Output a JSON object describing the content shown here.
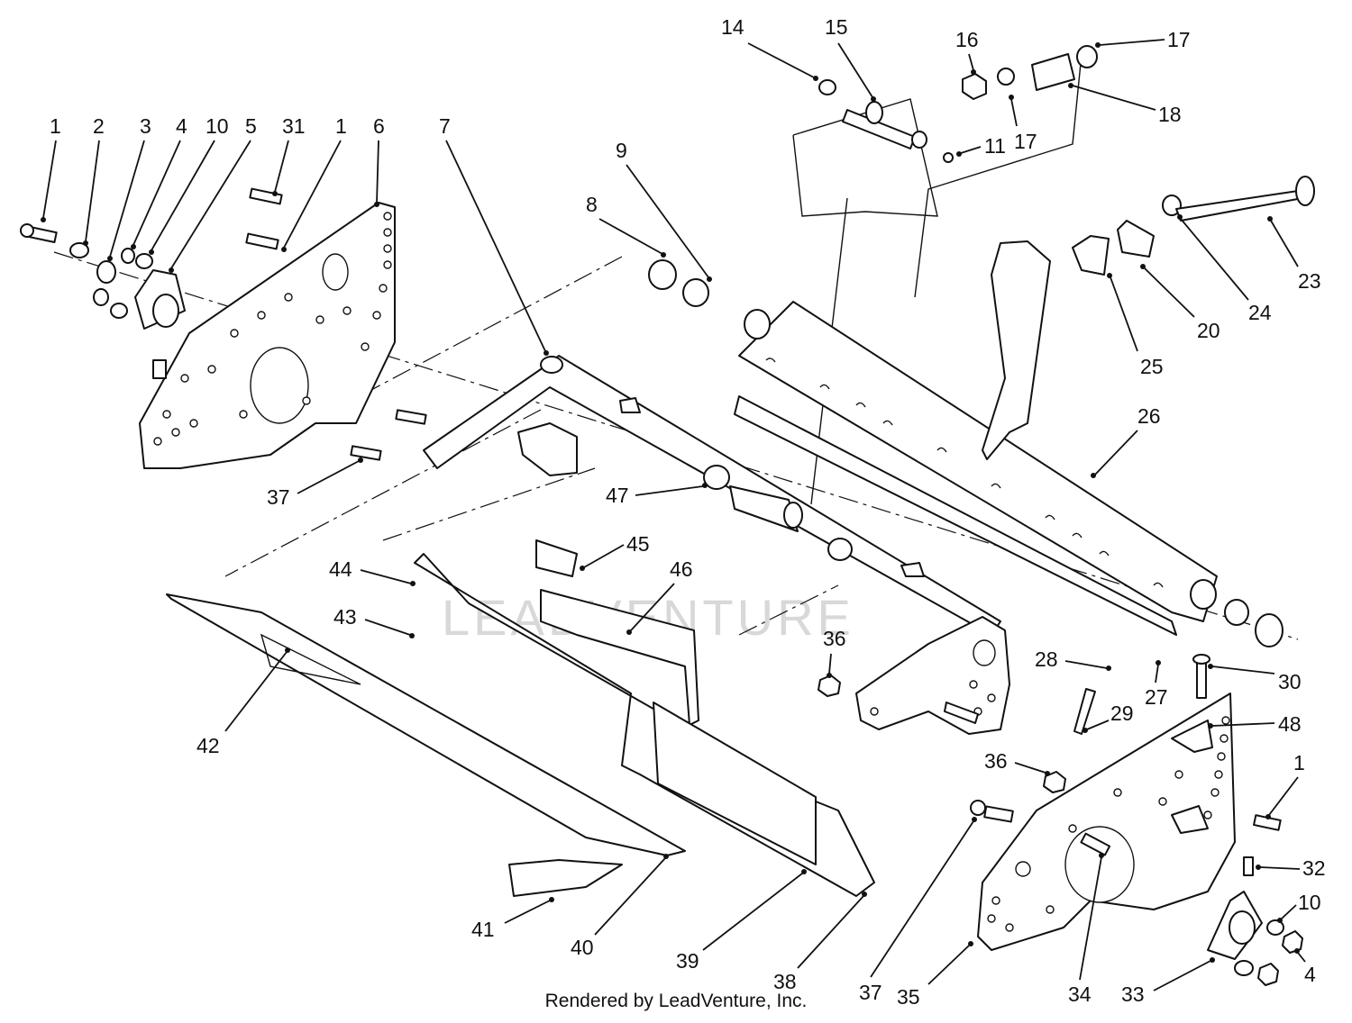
{
  "watermark": "LEADVENTURE",
  "credit": "Rendered by LeadVenture, Inc.",
  "callouts": [
    "1",
    "2",
    "3",
    "4",
    "10",
    "5",
    "31",
    "1",
    "6",
    "7",
    "9",
    "8",
    "14",
    "15",
    "16",
    "17",
    "18",
    "17",
    "11",
    "23",
    "24",
    "20",
    "25",
    "26",
    "37",
    "47",
    "45",
    "44",
    "46",
    "43",
    "42",
    "36",
    "28",
    "30",
    "27",
    "29",
    "48",
    "36",
    "1",
    "32",
    "10",
    "4",
    "33",
    "34",
    "35",
    "37",
    "38",
    "39",
    "40",
    "41"
  ]
}
